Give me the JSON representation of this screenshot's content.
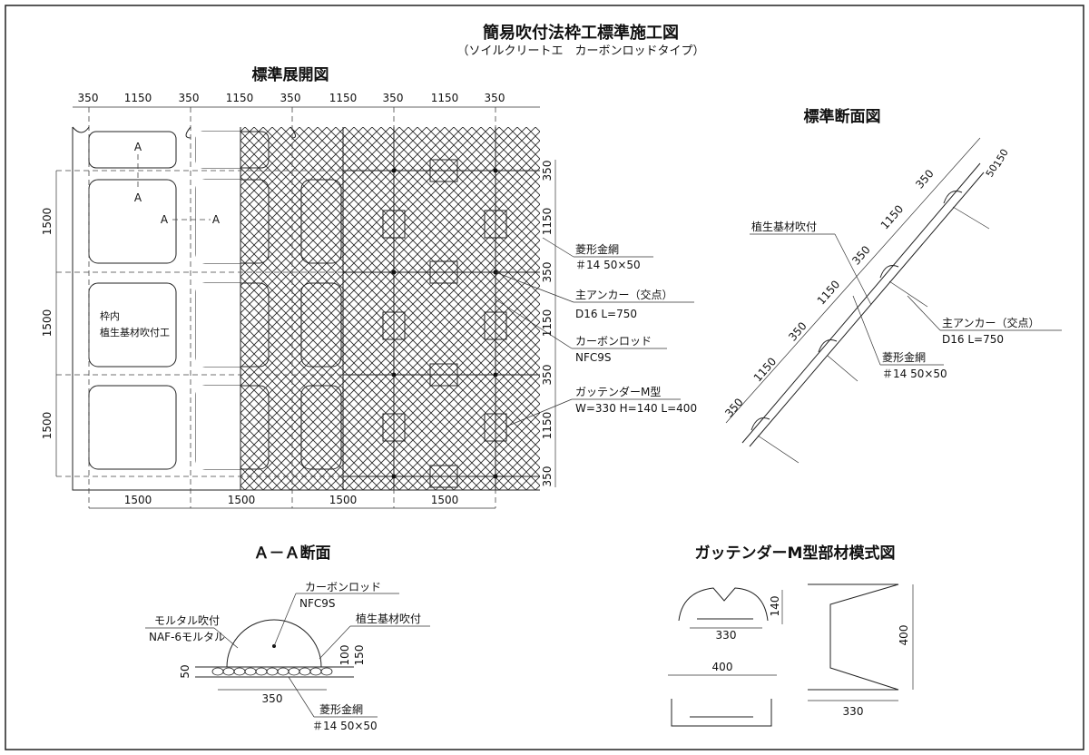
{
  "title": "簡易吹付法枠工標準施工図",
  "subtitle": "（ソイルクリートエ　カーボンロッドタイプ）",
  "plan": {
    "heading": "標準展開図",
    "top_dims": [
      "350",
      "1150",
      "350",
      "1150",
      "350",
      "1150",
      "350",
      "1150",
      "350"
    ],
    "left_dims": [
      "1500",
      "1500",
      "1500"
    ],
    "bottom_dims": [
      "1500",
      "1500",
      "1500",
      "1500"
    ],
    "right_dims": [
      "350",
      "1150",
      "350",
      "1150",
      "350",
      "1150",
      "350"
    ],
    "section_mark": "A",
    "frame_label_1": "枠内",
    "frame_label_2": "植生基材吹付工",
    "callouts": [
      {
        "line1": "菱形金網",
        "line2": "＃14  50×50"
      },
      {
        "line1": "主アンカー（交点）",
        "line2": "D16 L=750"
      },
      {
        "line1": "カーボンロッド",
        "line2": "NFC9S"
      },
      {
        "line1": "ガッテンダーM型",
        "line2": "W=330 H=140 L=400"
      }
    ]
  },
  "cross_section": {
    "heading": "標準断面図",
    "dims": [
      "350",
      "1150",
      "350",
      "1150",
      "350",
      "1150",
      "350",
      "150",
      "50"
    ],
    "label_veg": "植生基材吹付",
    "label_anchor_1": "主アンカー（交点）",
    "label_anchor_2": "D16 L=750",
    "label_mesh_1": "菱形金網",
    "label_mesh_2": "＃14  50×50"
  },
  "aa_section": {
    "heading": "Ａ－Ａ断面",
    "carbon_1": "カーボンロッド",
    "carbon_2": "NFC9S",
    "mortar_1": "モルタル吹付",
    "mortar_2": "NAF-6モルタル",
    "veg": "植生基材吹付",
    "mesh_1": "菱形金網",
    "mesh_2": "＃14  50×50",
    "dim_width": "350",
    "dim_100": "100",
    "dim_150": "150",
    "dim_50": "50"
  },
  "member": {
    "heading": "ガッテンダーM型部材模式図",
    "dim_330a": "330",
    "dim_140": "140",
    "dim_400a": "400",
    "dim_400b": "400",
    "dim_330b": "330"
  }
}
